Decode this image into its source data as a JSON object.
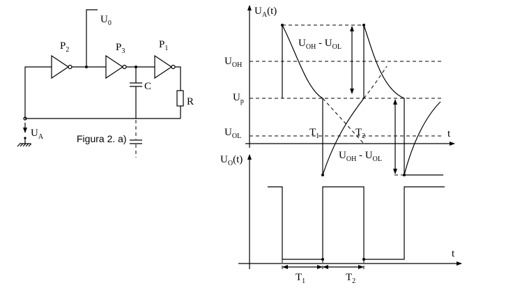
{
  "circuit": {
    "u0": "U",
    "u0_sub": "0",
    "p2": "P",
    "p2_sub": "2",
    "p3": "P",
    "p3_sub": "3",
    "p1": "P",
    "p1_sub": "1",
    "c": "C",
    "r": "R",
    "ua": "U",
    "ua_sub": "A",
    "caption": "Figura 2. a)"
  },
  "graph_ua": {
    "axis_label": "U",
    "axis_label_sub": "A",
    "axis_label_suffix": "(t)",
    "t_label": "t",
    "uoh": "U",
    "uoh_sub": "OH",
    "up": "U",
    "up_sub": "p",
    "uol": "U",
    "uol_sub": "OL",
    "t1": "T",
    "t1_sub": "1",
    "t2": "T",
    "t2_sub": "2",
    "diff_top_a": "U",
    "diff_top_a_sub": "OH",
    "diff_top_sep": " - U",
    "diff_top_b_sub": "OL",
    "diff_bot_a": "U",
    "diff_bot_a_sub": "OH",
    "diff_bot_sep": " - U",
    "diff_bot_b_sub": "OL"
  },
  "graph_uo": {
    "axis_label": "U",
    "axis_label_sub": "O",
    "axis_label_suffix": "(t)",
    "t_label": "t",
    "t1": "T",
    "t1_sub": "1",
    "t2": "T",
    "t2_sub": "2"
  }
}
